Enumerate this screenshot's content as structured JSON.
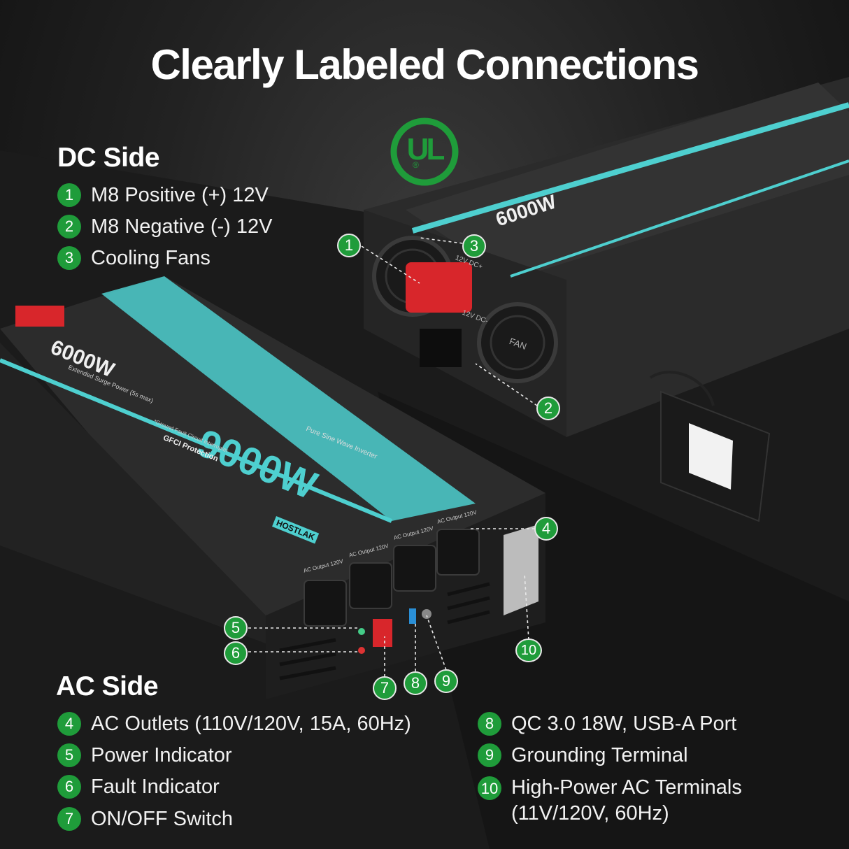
{
  "title": "Clearly Labeled Connections",
  "logo": {
    "text": "UL",
    "mark": "®",
    "color": "#1f9c3a"
  },
  "product": {
    "rating_top": "6000W",
    "rating_main": "9000W",
    "surge_label": "Extended Surge Power (5s max)",
    "wave_label": "Pure Sine Wave Inverter",
    "gfci_label": "GFCI Protection",
    "gfci_sub": "*Ground Fault Circuit Interrupter",
    "brand": "HOSTLAK",
    "fan_label": "FAN",
    "dc_plus_label": "12V DC+",
    "dc_minus_label": "12V DC-",
    "outlet_label": "AC Output 120V",
    "accent_color": "#4ecfcf"
  },
  "dc_side": {
    "heading": "DC Side",
    "items": [
      {
        "num": "1",
        "label": "M8 Positive (+) 12V"
      },
      {
        "num": "2",
        "label": "M8 Negative (-) 12V"
      },
      {
        "num": "3",
        "label": "Cooling Fans"
      }
    ]
  },
  "ac_side": {
    "heading": "AC Side",
    "left_items": [
      {
        "num": "4",
        "label": "AC Outlets (110V/120V, 15A, 60Hz)"
      },
      {
        "num": "5",
        "label": "Power Indicator"
      },
      {
        "num": "6",
        "label": "Fault Indicator"
      },
      {
        "num": "7",
        "label": "ON/OFF Switch"
      }
    ],
    "right_items": [
      {
        "num": "8",
        "label": "QC 3.0 18W, USB-A Port"
      },
      {
        "num": "9",
        "label": "Grounding Terminal"
      },
      {
        "num": "10",
        "label": "High-Power AC Terminals (11V/120V, 60Hz)"
      }
    ]
  },
  "callouts": [
    "1",
    "2",
    "3",
    "4",
    "5",
    "6",
    "7",
    "8",
    "9",
    "10"
  ]
}
